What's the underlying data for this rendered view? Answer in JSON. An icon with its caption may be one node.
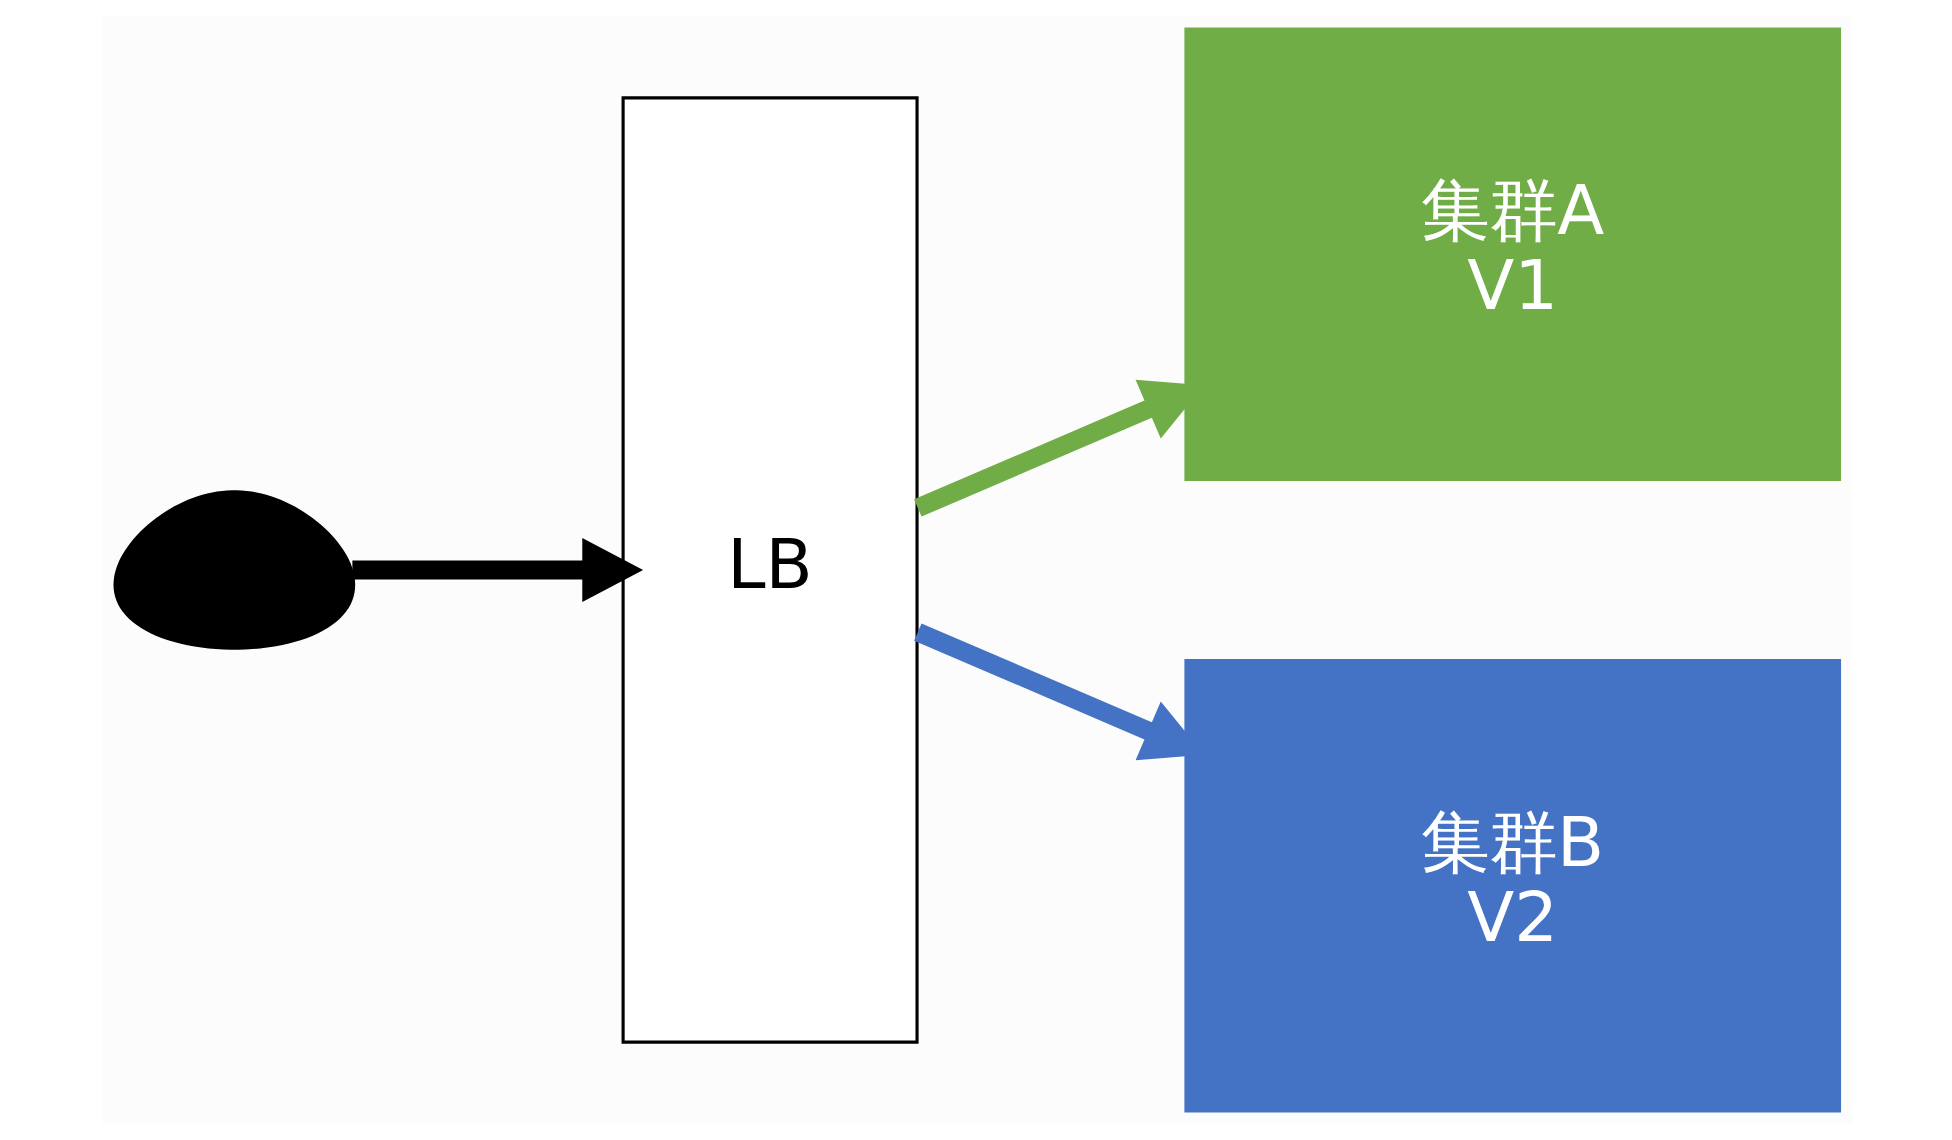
{
  "diagram": {
    "nodes": [
      {
        "text": [],
        "shape": "person"
      },
      {
        "text": [
          "LB"
        ]
      },
      {
        "text": [
          "集群A",
          "V1"
        ]
      },
      {
        "text": [
          "集群B",
          "V2"
        ]
      }
    ],
    "edges": [
      {
        "from": 0,
        "to": 1,
        "arrow": "to",
        "color": "#000000"
      },
      {
        "from": 1,
        "to": 2,
        "arrow": "to",
        "color": "#70ad47"
      },
      {
        "from": 1,
        "to": 3,
        "arrow": "to",
        "color": "#4472c4"
      }
    ]
  }
}
